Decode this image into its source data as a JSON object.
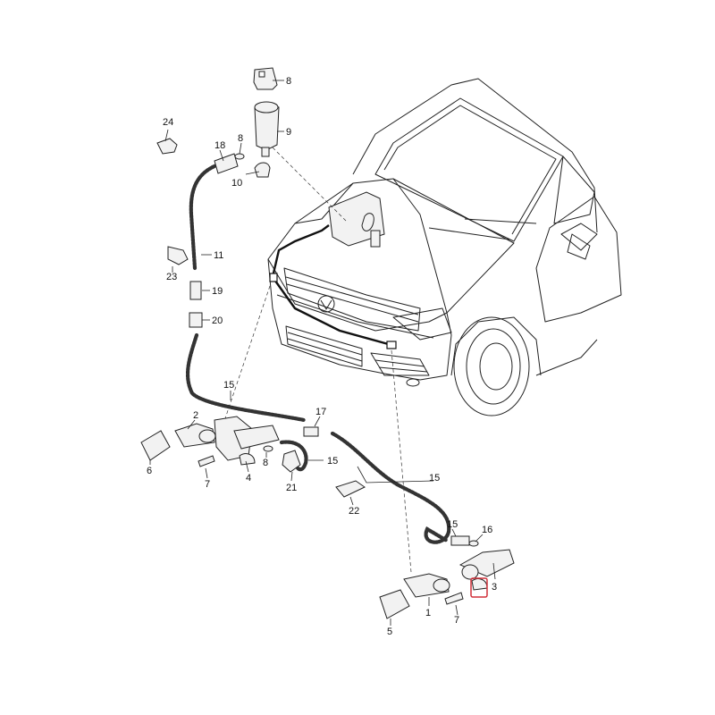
{
  "callouts": [
    {
      "id": "c1",
      "text": "1"
    },
    {
      "id": "c2",
      "text": "2"
    },
    {
      "id": "c3",
      "text": "3"
    },
    {
      "id": "c4",
      "text": "4"
    },
    {
      "id": "c5",
      "text": "5"
    },
    {
      "id": "c6",
      "text": "6"
    },
    {
      "id": "c7a",
      "text": "7"
    },
    {
      "id": "c7b",
      "text": "7"
    },
    {
      "id": "c8a",
      "text": "8"
    },
    {
      "id": "c8b",
      "text": "8"
    },
    {
      "id": "c8c",
      "text": "8"
    },
    {
      "id": "c9",
      "text": "9"
    },
    {
      "id": "c10",
      "text": "10"
    },
    {
      "id": "c11",
      "text": "11"
    },
    {
      "id": "c15a",
      "text": "15"
    },
    {
      "id": "c15b",
      "text": "15"
    },
    {
      "id": "c15c",
      "text": "15"
    },
    {
      "id": "c15d",
      "text": "15"
    },
    {
      "id": "c16",
      "text": "16"
    },
    {
      "id": "c17",
      "text": "17"
    },
    {
      "id": "c18",
      "text": "18"
    },
    {
      "id": "c19",
      "text": "19"
    },
    {
      "id": "c20",
      "text": "20"
    },
    {
      "id": "c21",
      "text": "21"
    },
    {
      "id": "c22",
      "text": "22"
    },
    {
      "id": "c23",
      "text": "23"
    },
    {
      "id": "c24",
      "text": "24"
    }
  ],
  "highlight": {
    "color": "#d0303a",
    "part": "3"
  },
  "colors": {
    "line": "#222222",
    "background": "#ffffff"
  }
}
